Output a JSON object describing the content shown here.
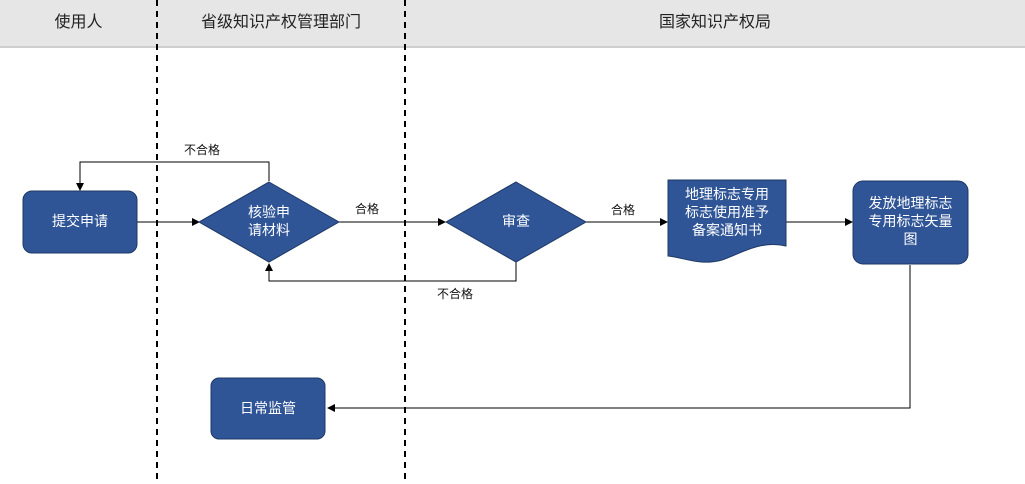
{
  "lanes": {
    "user": "使用人",
    "provincial": "省级知识产权管理部门",
    "national": "国家知识产权局"
  },
  "nodes": {
    "submit": "提交申请",
    "verify_line1": "核验申",
    "verify_line2": "请材料",
    "review": "审查",
    "notice_line1": "地理标志专用",
    "notice_line2": "标志使用准予",
    "notice_line3": "备案通知书",
    "issue_line1": "发放地理标志",
    "issue_line2": "专用标志矢量",
    "issue_line3": "图",
    "supervise": "日常监管"
  },
  "edges": {
    "verify_fail": "不合格",
    "verify_pass": "合格",
    "review_pass": "合格",
    "review_fail": "不合格"
  },
  "colors": {
    "node_fill": "#2f5597",
    "node_border": "#1f3864",
    "header_bg": "#e6e6e6",
    "line": "#000000"
  }
}
